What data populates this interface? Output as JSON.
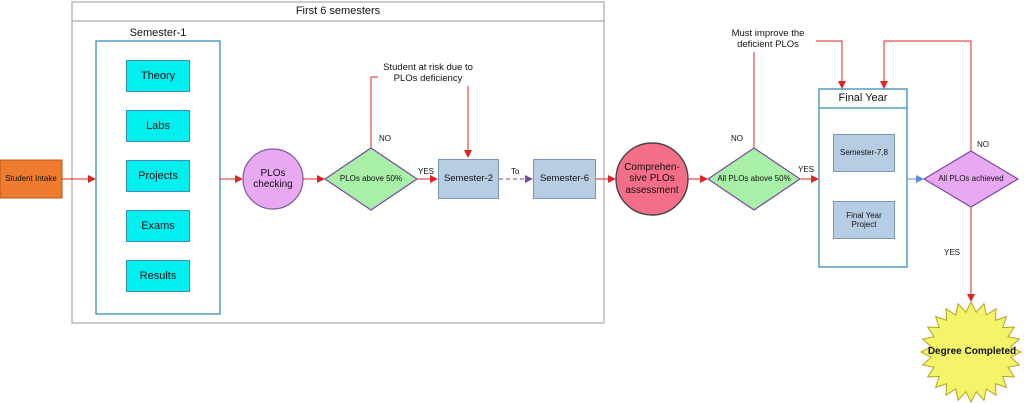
{
  "frame": {
    "title": "First 6 semesters"
  },
  "semester1": {
    "title": "Semester-1",
    "items": [
      "Theory",
      "Labs",
      "Projects",
      "Exams",
      "Results"
    ]
  },
  "nodes": {
    "student_intake": "Student Intake",
    "plos_checking": "PLOs checking",
    "plos_above_50": "PLOs above 50%",
    "semester2": "Semester-2",
    "semester6": "Semester-6",
    "comprehensive": "Comprehen-sive PLOs assessment",
    "all_plos_above_50": "All PLOs above 50%",
    "final_year": "Final Year",
    "semester78": "Semester-7,8",
    "final_year_project": "Final Year Project",
    "all_plos_achieved": "All PLOs achieved",
    "degree_completed": "Degree Completed"
  },
  "labels": {
    "no1": "NO",
    "yes1": "YES",
    "to": "To",
    "no2": "NO",
    "yes2": "YES",
    "no3": "NO",
    "yes3": "YES"
  },
  "notes": {
    "at_risk": "Student at risk due to PLOs deficiency",
    "must_improve": "Must improve the deficient PLOs"
  },
  "colors": {
    "intake": "#ee7b2e",
    "cyan": "#00f0f0",
    "violet": "#e8a8f2",
    "green": "#a8f0a8",
    "steel": "#b7cde4",
    "pink": "#f56e88",
    "star": "#f4f46a",
    "arrow": "#e02424",
    "box_border": "#3a8fb5"
  }
}
